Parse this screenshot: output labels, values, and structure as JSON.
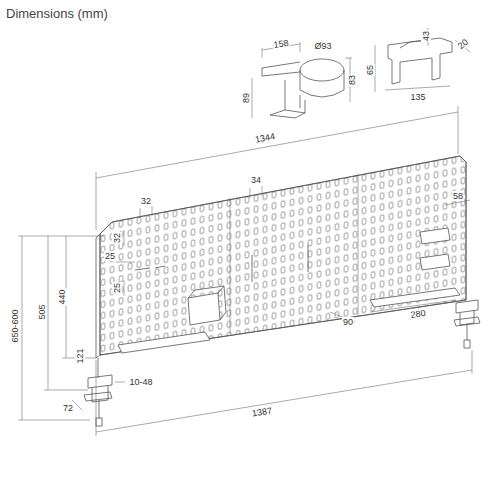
{
  "diagram": {
    "title": "Dimensions (mm)",
    "labels": [
      "158",
      "Ø93",
      "83",
      "89",
      "43",
      "65",
      "20",
      "135",
      "1344",
      "32",
      "34",
      "58",
      "32",
      "25",
      "25",
      "440",
      "505",
      "650-600",
      "90",
      "280",
      "121",
      "10-48",
      "72",
      "1387"
    ]
  }
}
